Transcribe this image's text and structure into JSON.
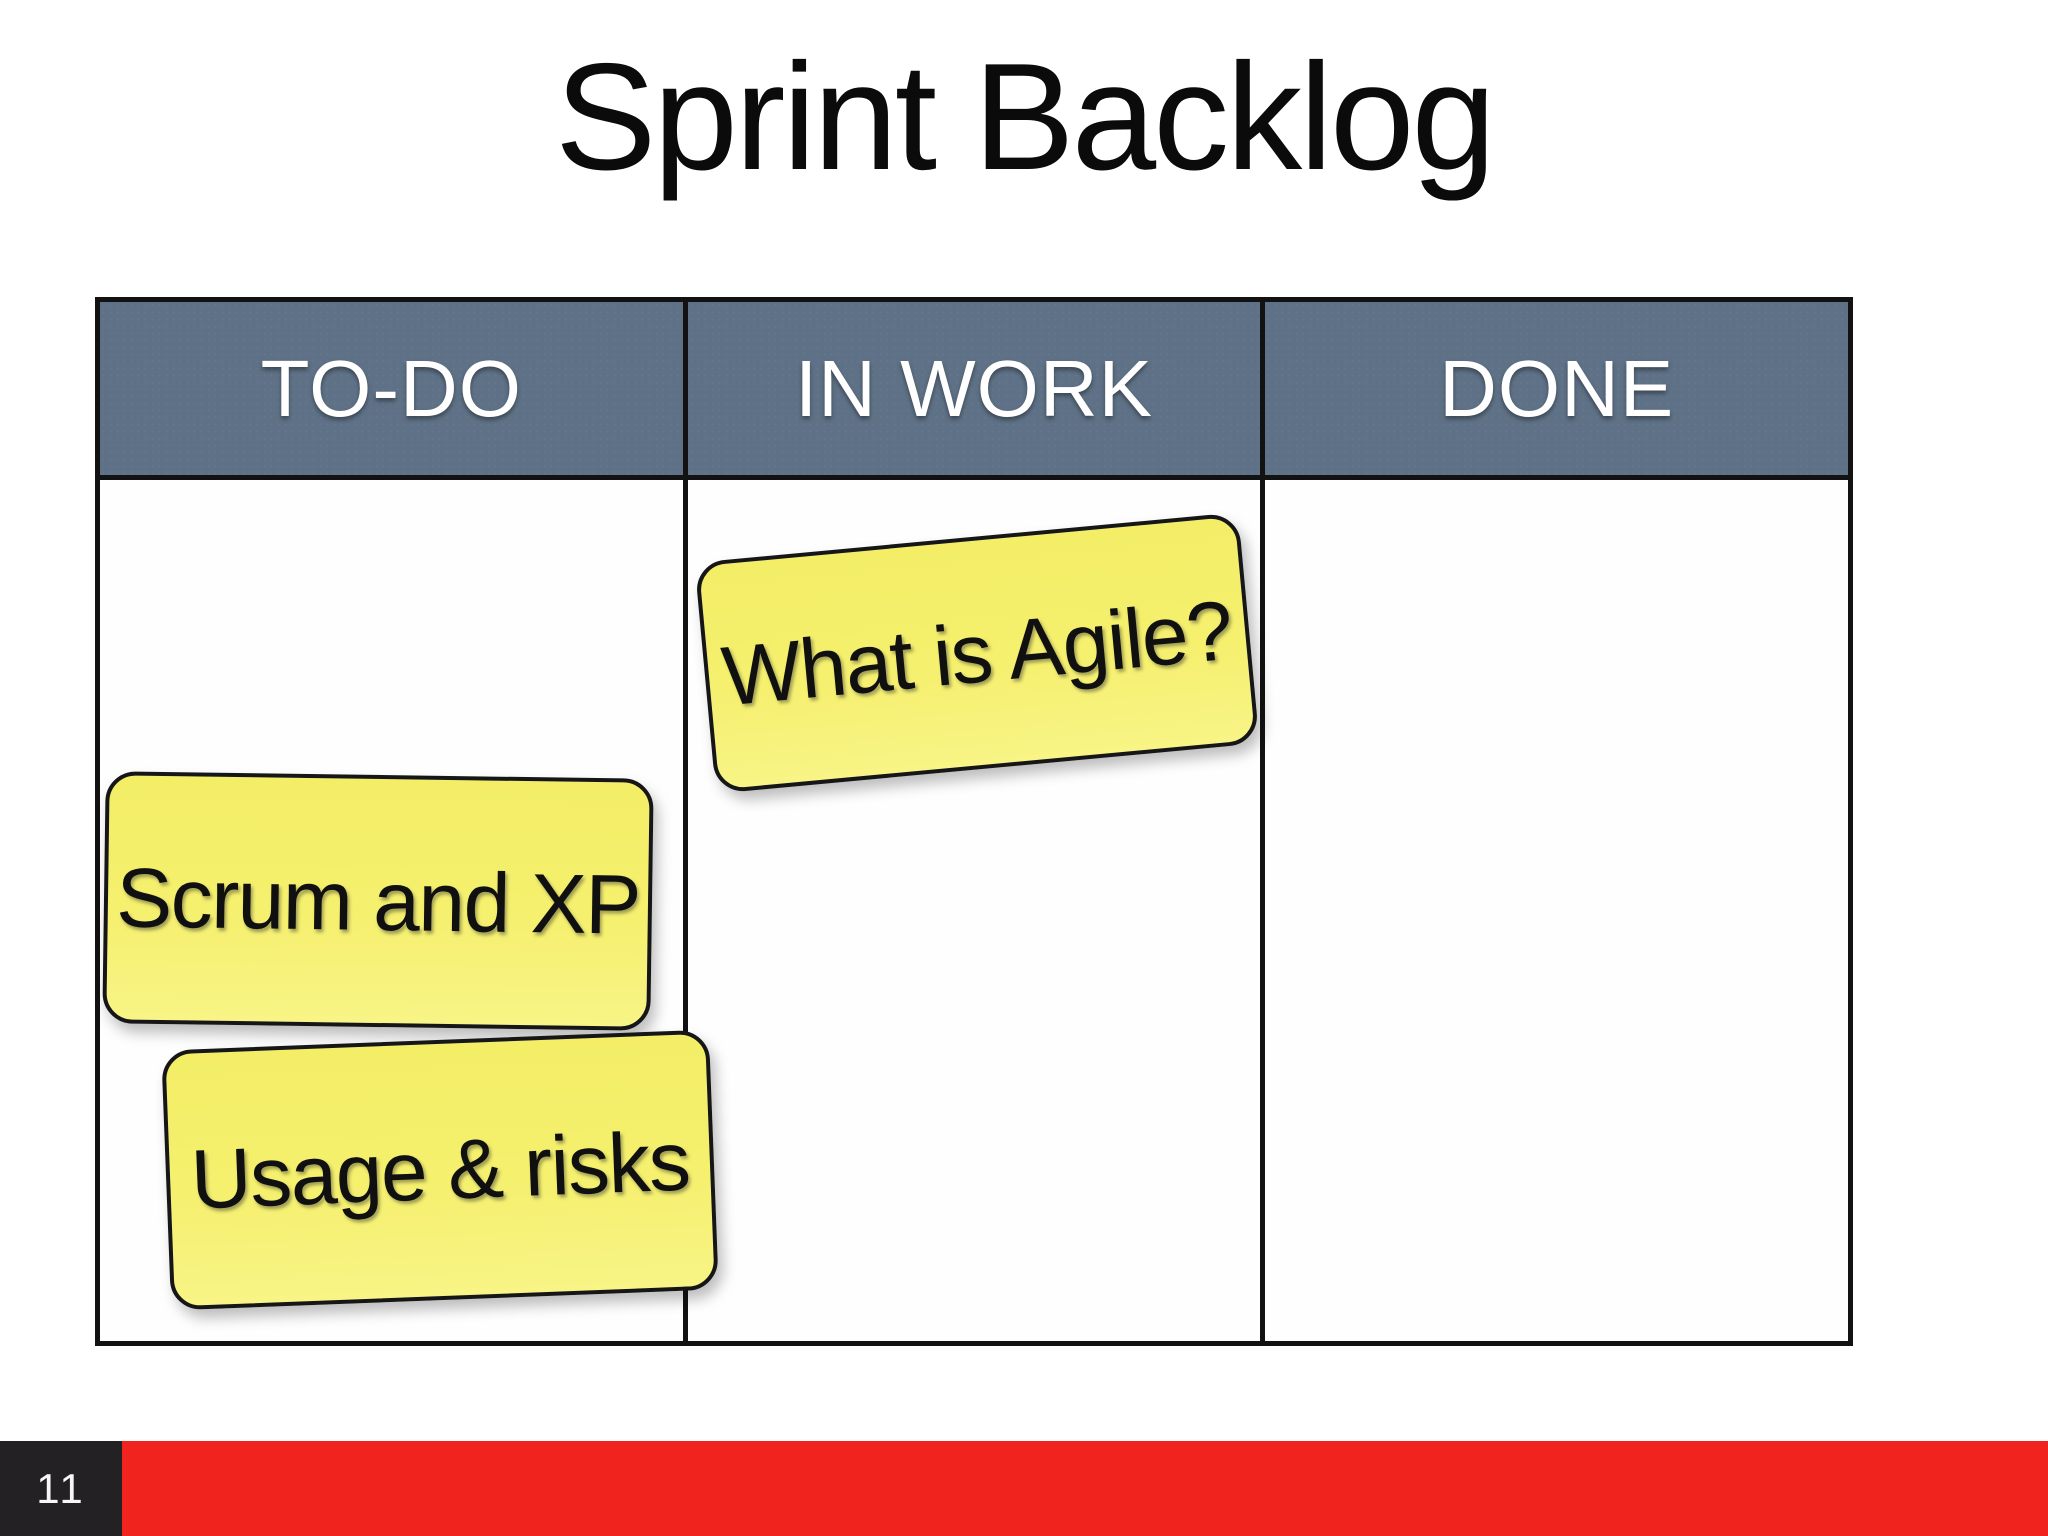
{
  "slide": {
    "title": "Sprint Backlog",
    "page_number": "11"
  },
  "board": {
    "columns": [
      {
        "header": "TO-DO"
      },
      {
        "header": "IN WORK"
      },
      {
        "header": "DONE"
      }
    ]
  },
  "notes": [
    {
      "text": "What is Agile?",
      "column": "IN WORK"
    },
    {
      "text": "Scrum and XP",
      "column": "TO-DO"
    },
    {
      "text": "Usage & risks",
      "column": "TO-DO"
    }
  ],
  "colors": {
    "header_background": "#5e7186",
    "sticky_yellow": "#f5ef6e",
    "accent_red": "#f1231f",
    "page_number_background": "#232124",
    "border_black": "#121212",
    "header_text": "#ffffff",
    "title_text": "#0b0b0b"
  }
}
